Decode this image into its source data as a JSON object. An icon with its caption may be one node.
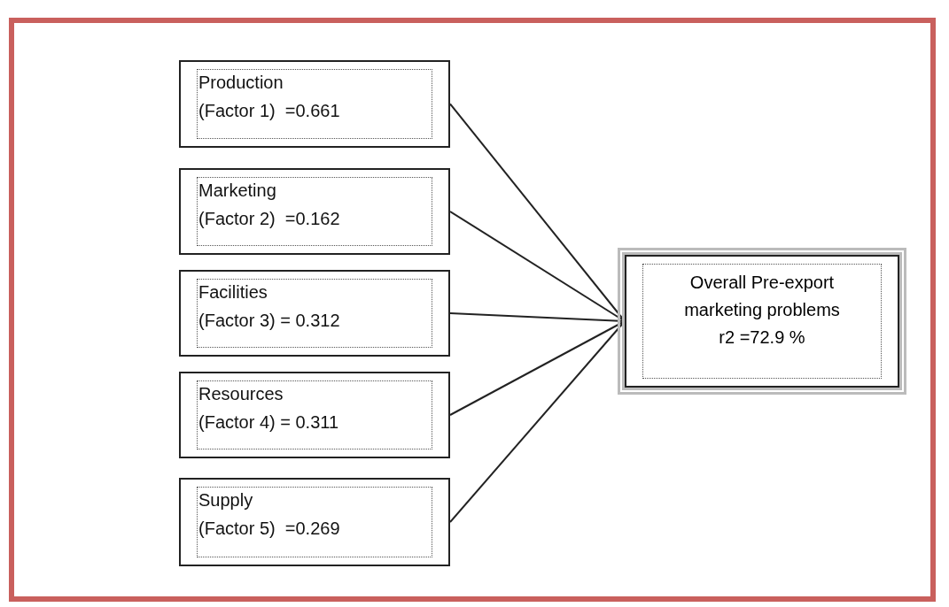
{
  "diagram": {
    "nodes": [
      {
        "text": [
          "Production",
          "(Factor 1)  =0.661"
        ]
      },
      {
        "text": [
          "Marketing",
          "(Factor 2)  =0.162"
        ]
      },
      {
        "text": [
          "Facilities",
          "(Factor 3) = 0.312"
        ]
      },
      {
        "text": [
          "Resources",
          "(Factor 4) = 0.311"
        ]
      },
      {
        "text": [
          "Supply",
          "(Factor 5)  =0.269"
        ]
      },
      {
        "text": [
          "Overall Pre-export marketing problems",
          "r2 =72.9 %"
        ]
      }
    ],
    "edges": [
      {
        "from": 0,
        "to": 5,
        "arrow": "none"
      },
      {
        "from": 1,
        "to": 5,
        "arrow": "none"
      },
      {
        "from": 2,
        "to": 5,
        "arrow": "none"
      },
      {
        "from": 3,
        "to": 5,
        "arrow": "none"
      },
      {
        "from": 4,
        "to": 5,
        "arrow": "none"
      }
    ]
  }
}
